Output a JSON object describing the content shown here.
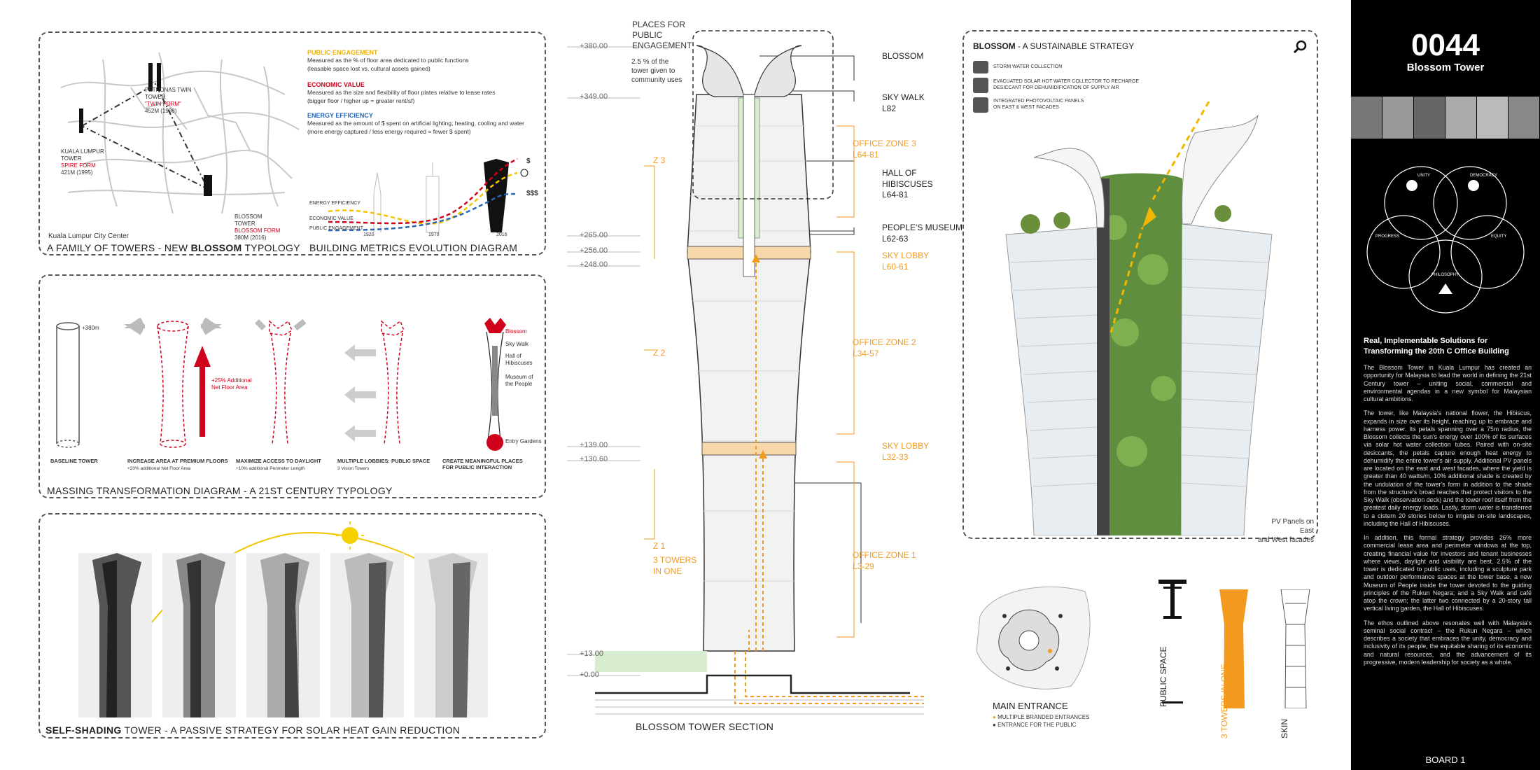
{
  "panel1": {
    "map_label": "Kuala Lumpur City Center",
    "caption_a": "A FAMILY OF TOWERS - NEW",
    "caption_b": "BLOSSOM",
    "caption_c": "TYPOLOGY",
    "tower_a_1": "PETRONAS TWIN",
    "tower_a_2": "TOWER",
    "tower_a_3": "\"TWIN FORM\"",
    "tower_a_4": "452M (1998)",
    "tower_b_1": "KUALA LUMPUR",
    "tower_b_2": "TOWER",
    "tower_b_3": "SPIRE FORM",
    "tower_b_4": "421M (1995)",
    "tower_c_1": "BLOSSOM",
    "tower_c_2": "TOWER",
    "tower_c_3": "BLOSSOM FORM",
    "tower_c_4": "380M (2016)",
    "m1_title": "PUBLIC ENGAGEMENT",
    "m1_l1": "Measured as the % of floor area dedicated to public functions",
    "m1_l2": "(leasable space lost vs. cultural assets gained)",
    "m2_title": "ECONOMIC VALUE",
    "m2_l1": "Measured as the size and flexibility of floor plates relative to lease rates",
    "m2_l2": "(bigger floor / higher up = greater rent/sf)",
    "m3_title": "ENERGY EFFICIENCY",
    "m3_l1": "Measured as the amount of $ spent on artificial lighting, heating, cooling and water",
    "m3_l2": "(more energy captured / less energy required = fewer $ spent)",
    "metrics_caption": "BUILDING METRICS EVOLUTION DIAGRAM",
    "chart_l1": "ENERGY EFFICIENCY",
    "chart_l2": "ECONOMIC VALUE",
    "chart_l3": "PUBLIC ENGAGEMENT",
    "chart_y1": "1920",
    "chart_y2": "1970",
    "chart_y3": "2016",
    "chart_s1": "$",
    "chart_s2": "$$$"
  },
  "panel2": {
    "caption": "MASSING TRANSFORMATION DIAGRAM - A 21ST CENTURY TYPOLOGY",
    "h380": "+380m",
    "step1": "BASELINE TOWER",
    "step2": "INCREASE AREA AT PREMIUM FLOORS",
    "step2_note": "+20% additional Net Floor Area",
    "step2_red_1": "+25% Additional",
    "step2_red_2": "Net Floor Area",
    "step3": "MAXIMIZE ACCESS TO DAYLIGHT",
    "step3_note": "+10% additional Perimeter Length",
    "step4": "MULTIPLE LOBBIES: PUBLIC SPACE",
    "step4_note": "3 Vision Towers",
    "step5_1": "CREATE MEANINGFUL PLACES",
    "step5_2": "FOR PUBLIC INTERACTION",
    "p_blossom": "Blossom",
    "p_skywalk": "Sky Walk",
    "p_hall_1": "Hall of",
    "p_hall_2": "Hibiscuses",
    "p_museum_1": "Museum of",
    "p_museum_2": "the People",
    "p_entry": "Entry Gardens"
  },
  "panel3": {
    "caption_a": "SELF-SHADING",
    "caption_b": "TOWER -  A PASSIVE STRATEGY FOR SOLAR HEAT GAIN REDUCTION"
  },
  "section": {
    "pub_1": "PLACES FOR",
    "pub_2": "PUBLIC",
    "pub_3": "ENGAGEMENT",
    "box_1": "2.5 % of the",
    "box_2": "tower given to",
    "box_3": "community uses",
    "lv380": "+380.00",
    "lv349": "+349.00",
    "lv265": "+265.00",
    "lv256": "+256.00",
    "lv248": "+248.00",
    "lv139": "+139.00",
    "lv130": "+130.60",
    "lv13": "+13.00",
    "lv0": "+0.00",
    "z3": "Z 3",
    "z2": "Z 2",
    "z1": "Z 1",
    "threetowers_1": "3 TOWERS",
    "threetowers_2": "IN ONE",
    "r_blossom": "BLOSSOM",
    "r_skywalk_1": "SKY WALK",
    "r_skywalk_2": "L82",
    "r_oz3_1": "OFFICE ZONE 3",
    "r_oz3_2": "L64-81",
    "r_hall_1": "HALL OF",
    "r_hall_2": "HIBISCUSES",
    "r_hall_3": "L64-81",
    "r_museum_1": "PEOPLE'S MUSEUM",
    "r_museum_2": "L62-63",
    "r_sky1_1": "SKY LOBBY",
    "r_sky1_2": "L60-61",
    "r_oz2_1": "OFFICE ZONE 2",
    "r_oz2_2": "L34-57",
    "r_sky2_1": "SKY LOBBY",
    "r_sky2_2": "L32-33",
    "r_oz1_1": "OFFICE ZONE 1",
    "r_oz1_2": "L3-29",
    "caption": "BLOSSOM TOWER SECTION"
  },
  "entrance": {
    "title": "MAIN ENTRANCE",
    "l1": "MULTIPLE BRANDED ENTRANCES",
    "l2": "ENTRANCE FOR THE PUBLIC"
  },
  "sustain": {
    "title_a": "BLOSSOM",
    "title_b": " - A SUSTAINABLE STRATEGY",
    "i1": "STORM WATER COLLECTION",
    "i2_1": "EVACUATED SOLAR HOT WATER COLLECTOR TO RECHARGE",
    "i2_2": "DESICCANT FOR DEHUMIDIFICATION OF SUPPLY AIR",
    "i3_1": "INTEGRATED PHOTOVOLTAIC PANELS",
    "i3_2": "ON EAST & WEST FACADES",
    "pv_1": "PV Panels on East",
    "pv_2": "and West facades"
  },
  "vlabels": {
    "public": "PUBLIC SPACE",
    "three": "3 TOWERS IN ONE",
    "skin": "SKIN"
  },
  "sidebar": {
    "number": "0044",
    "name": "Blossom Tower",
    "v_unity": "UNITY",
    "v_democracy": "DEMOCRACY",
    "v_progress": "PROGRESS",
    "v_equity": "EQUITY",
    "v_philosophy": "PHILOSOPHY",
    "heading": "Real, Implementable Solutions for Transforming the 20th C Office Building",
    "p1": "The Blossom Tower in Kuala Lumpur has created an opportunity for Malaysia to lead the world in defining the 21st Century tower – uniting social, commercial and environmental agendas in a new symbol for Malaysian cultural ambitions.",
    "p2": "The tower, like Malaysia's national flower, the Hibiscus, expands in size over its height, reaching up to embrace and harness power. Its petals spanning over a 75m radius, the Blossom collects the sun's energy over 100% of its surfaces via solar hot water collection tubes. Paired with on-site desiccants, the petals capture enough heat energy to dehumidify the entire tower's air supply. Additional PV panels are located on the east and west facades, where the yield is greater than 40 watts/m. 10% additional shade is created by the undulation of the tower's form in addition to the shade from the structure's broad reaches that protect visitors to the Sky Walk (observation deck) and the tower roof itself from the greatest daily energy loads. Lastly, storm water is transferred to a cistern 20 stories below to irrigate on-site landscapes, including the Hall of Hibiscuses.",
    "p3": "In addition, this formal strategy provides 26% more commercial lease area and perimeter windows at the top, creating financial value for investors and tenant businesses where views, daylight and visibility are best. 2.5% of the tower is dedicated to public uses, including a sculpture park and outdoor performance spaces at the tower base, a new Museum of People inside the tower devoted to the guiding principles of the Rukun Negara; and a Sky Walk and café atop the crown; the latter two connected by a 20-story tall vertical living garden, the Hall of Hibiscuses.",
    "p4": "The ethos outlined above resonates well with Malaysia's seminal social contract – the Rukun Negara – which describes a society that embraces the unity, democracy and inclusivity of its people, the equitable sharing of its economic and natural resources, and the advancement of its progressive, modern leadership for society as a whole.",
    "board": "BOARD 1"
  },
  "colors": {
    "orange": "#f39a1e",
    "red": "#d0021b",
    "blue": "#2566b5",
    "yellow": "#f2c500"
  }
}
